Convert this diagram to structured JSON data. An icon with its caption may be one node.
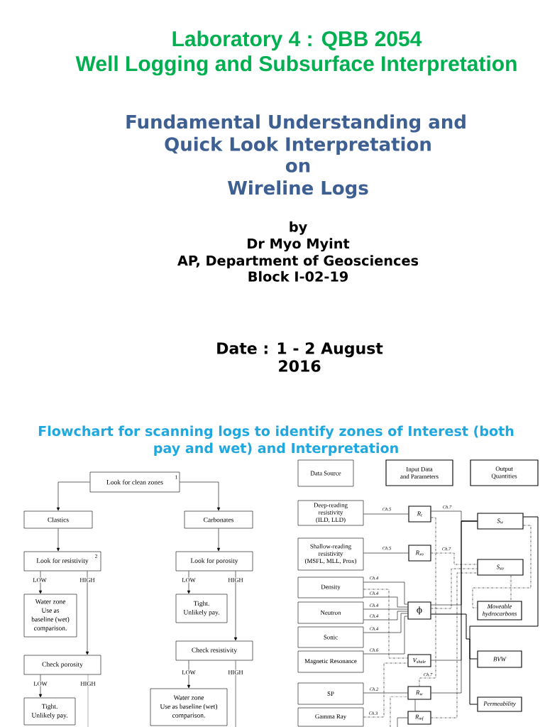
{
  "diagram": {
    "title": "Laboratory 4 : QBB 2054",
    "nodes": [
      {
        "text": [
          "Look for clean zones",
          "1"
        ]
      },
      {
        "text": [
          "Clastics"
        ]
      },
      {
        "text": [
          "Carbonates"
        ]
      },
      {
        "text": [
          "Look for resistivity",
          "2"
        ]
      },
      {
        "text": [
          "Look for porosity"
        ]
      },
      {
        "text": [
          "Water zone Use as baseline (wet) comparison."
        ]
      },
      {
        "text": [
          "Tight. Unlikely pay."
        ]
      },
      {
        "text": [
          "Check resistivity"
        ]
      },
      {
        "text": [
          "Check porosity"
        ]
      },
      {
        "text": [
          "Water zone Use as baseline (wet) comparison."
        ]
      },
      {
        "text": [
          "Tight. Unlikely pay."
        ]
      },
      {
        "text": [
          "Data Source"
        ]
      },
      {
        "text": [
          "Input Data and Parameters"
        ]
      },
      {
        "text": [
          "Output Quantities"
        ]
      },
      {
        "text": [
          "Deep-reading resistivity (ILD, LLD)"
        ]
      },
      {
        "text": [
          "R$_{t}$"
        ]
      },
      {
        "text": [
          "S$_{w}$"
        ]
      },
      {
        "text": [
          "Shallow-reading resistivity (MSFL, MLL, Prox)"
        ]
      },
      {
        "text": [
          "R$_{xo}$"
        ]
      },
      {
        "text": [
          "S$_{xo}$"
        ]
      },
      {
        "text": [
          "Density"
        ]
      },
      {
        "text": [
          "Neutron"
        ]
      },
      {
        "text": [
          "ϕ"
        ]
      },
      {
        "text": [
          "Moveable hydrocarbons"
        ]
      },
      {
        "text": [
          "Sonic"
        ]
      },
      {
        "text": [
          "Magnetic Resonance"
        ]
      },
      {
        "text": [
          "V$_{shale}$"
        ]
      },
      {
        "text": [
          "BVW"
        ]
      },
      {
        "text": [
          "SP"
        ]
      },
      {
        "text": [
          "R$_{w}$"
        ]
      },
      {
        "text": [
          "Permeability"
        ]
      },
      {
        "text": [
          "Gamma Ray"
        ]
      },
      {
        "text": [
          "R$_{mf}$"
        ]
      }
    ],
    "edges": [
      {
        "from": 0,
        "to": 1,
        "arrow": "to"
      },
      {
        "from": 0,
        "to": 2,
        "arrow": "to"
      },
      {
        "from": 1,
        "to": 3,
        "arrow": "to"
      },
      {
        "from": 3,
        "to": 5,
        "arrow": "to",
        "label": "LOW"
      },
      {
        "from": 3,
        "to": 8,
        "arrow": "to",
        "label": "HIGH"
      },
      {
        "from": 2,
        "to": 4,
        "arrow": "to"
      },
      {
        "from": 4,
        "to": 6,
        "arrow": "to",
        "label": "LOW"
      },
      {
        "from": 4,
        "to": 7,
        "arrow": "to",
        "label": "HIGH"
      },
      {
        "from": 8,
        "to": 10,
        "arrow": "to",
        "label": "LOW"
      },
      {
        "from": 8,
        "to": null,
        "arrow": "none",
        "label": "HIGH"
      },
      {
        "from": 7,
        "to": 9,
        "arrow": "to",
        "label": "LOW"
      },
      {
        "from": 7,
        "to": null,
        "arrow": "none",
        "label": "HIGH"
      },
      {
        "from": 14,
        "to": 15,
        "arrow": "none",
        "label": "Ch.5"
      },
      {
        "from": 17,
        "to": 18,
        "arrow": "none",
        "label": "Ch.5"
      },
      {
        "from": 20,
        "to": 22,
        "arrow": "none",
        "label": "Ch.4"
      },
      {
        "from": 20,
        "to": 22,
        "arrow": "none",
        "label": "Ch.4"
      },
      {
        "from": 21,
        "to": 22,
        "arrow": "none",
        "label": "Ch.4"
      },
      {
        "from": 21,
        "to": 22,
        "arrow": "none",
        "label": "Ch.4"
      },
      {
        "from": 24,
        "to": 22,
        "arrow": "none",
        "label": "Ch.4"
      },
      {
        "from": 25,
        "to": 22,
        "arrow": "none",
        "label": "Ch.6"
      },
      {
        "from": 20,
        "to": 26,
        "arrow": "none",
        "style": "dashed"
      },
      {
        "from": 28,
        "to": 29,
        "arrow": "none",
        "label": "Ch.2"
      },
      {
        "from": 31,
        "to": 26,
        "arrow": "none",
        "label": "Ch.3",
        "style": "dashed"
      },
      {
        "from": 15,
        "to": 29,
        "arrow": "none",
        "label": "Ch.7",
        "style": "dashed"
      },
      {
        "from": 29,
        "to": 32,
        "arrow": "none"
      },
      {
        "from": null,
        "to": 32,
        "arrow": "none"
      },
      {
        "from": null,
        "to": 29,
        "arrow": "none",
        "style": "dashed"
      },
      {
        "from": 15,
        "to": 16,
        "arrow": "none",
        "label": "Ch.7"
      },
      {
        "from": 18,
        "to": 19,
        "arrow": "none",
        "label": "Ch.7",
        "style": "dashed"
      },
      {
        "from": 22,
        "to": 16,
        "arrow": "none"
      },
      {
        "from": 26,
        "to": 16,
        "arrow": "none"
      },
      {
        "from": 29,
        "to": 16,
        "arrow": "none"
      },
      {
        "from": 22,
        "to": 19,
        "arrow": "none",
        "style": "dashed"
      },
      {
        "from": 32,
        "to": 19,
        "arrow": "none",
        "style": "dashed"
      },
      {
        "from": 16,
        "to": 23,
        "arrow": "none",
        "style": "dashed"
      },
      {
        "from": 19,
        "to": 23,
        "arrow": "none",
        "style": "dashed"
      },
      {
        "from": 22,
        "to": 27,
        "arrow": "none"
      },
      {
        "from": 22,
        "to": 30,
        "arrow": "none"
      },
      {
        "from": 16,
        "to": 27,
        "arrow": "none"
      },
      {
        "from": 16,
        "to": 30,
        "arrow": "none"
      }
    ],
    "labels": [
      "Well Logging and Subsurface Interpretation",
      "Fundamental Understanding and",
      "Quick Look Interpretation",
      "on",
      "Wireline Logs",
      "by",
      "Dr Myo Myint",
      "AP, Department of Geosciences",
      "Block I-02-19",
      "Date : 1 - 2 August 2016",
      "Flowchart for scanning logs to identify zones of Interest (both pay and wet) and Interpretation"
    ]
  }
}
